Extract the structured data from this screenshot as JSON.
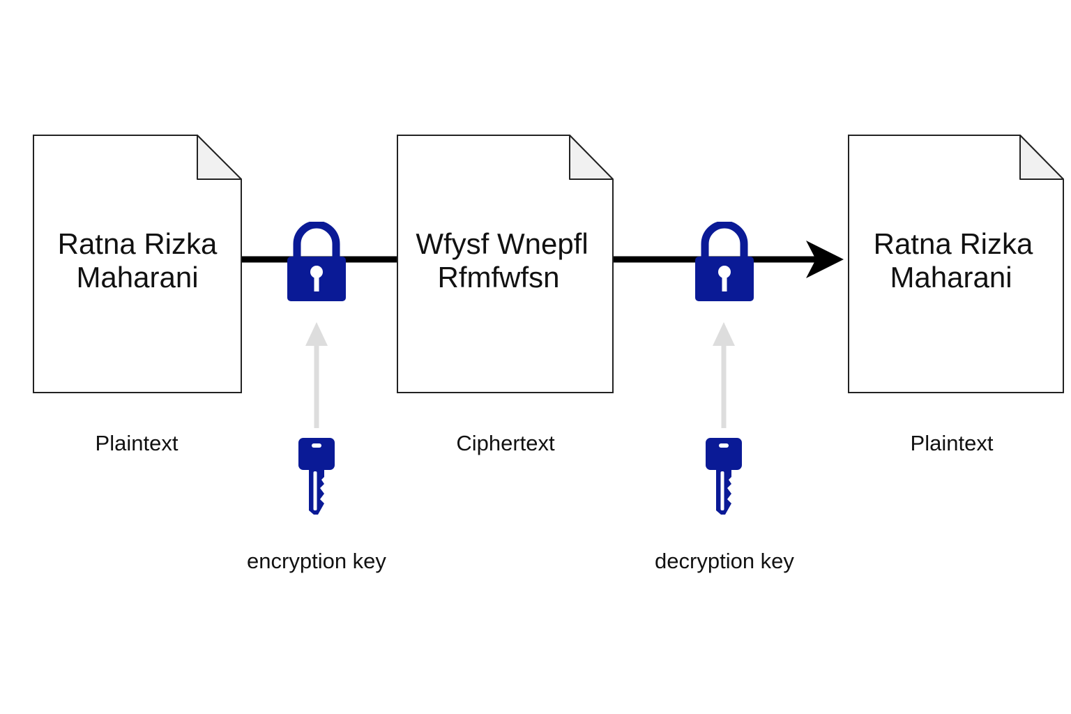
{
  "documents": {
    "plaintext_in": {
      "line1": "Ratna Rizka",
      "line2": "Maharani",
      "caption": "Plaintext"
    },
    "ciphertext": {
      "line1": "Wfysf Wnepfl",
      "line2": "Rfmfwfsn",
      "caption": "Ciphertext"
    },
    "plaintext_out": {
      "line1": "Ratna Rizka",
      "line2": "Maharani",
      "caption": "Plaintext"
    }
  },
  "keys": {
    "encryption": {
      "label": "encryption key"
    },
    "decryption": {
      "label": "decryption key"
    }
  },
  "icons": {
    "lock": "padlock-icon",
    "key": "key-icon"
  },
  "colors": {
    "lock_and_key": "#0a1a96",
    "flow_line": "#000000",
    "key_arrow": "#dddddd",
    "document_border": "#222222",
    "document_fold": "#f1f1f1"
  }
}
